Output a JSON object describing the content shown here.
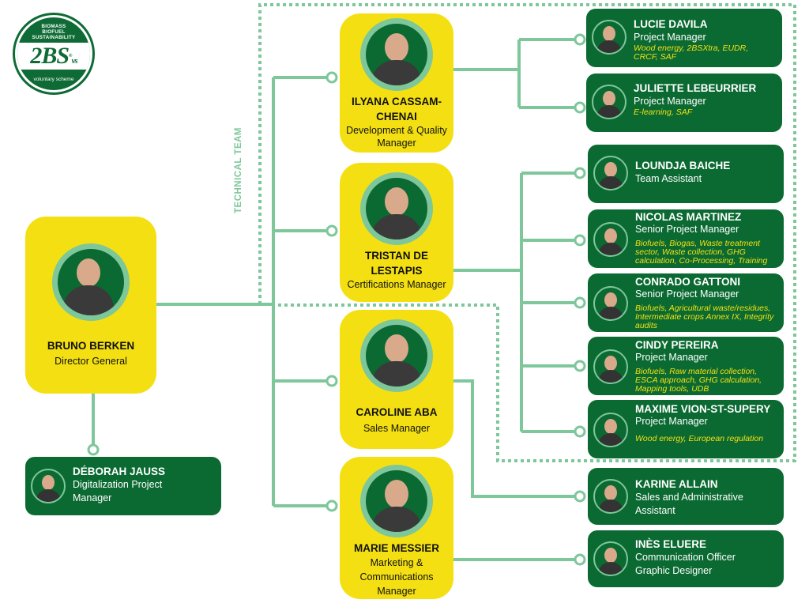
{
  "logo": {
    "top_lines": [
      "BIOMASS",
      "BIOFUEL",
      "SUSTAINABILITY"
    ],
    "mark": "2BS",
    "suffix": "vs",
    "registered": "®",
    "bottom": "voluntary scheme"
  },
  "colors": {
    "dark_green": "#0b6a32",
    "light_green": "#7ec79a",
    "yellow": "#f4e012"
  },
  "group_label": "TECHNICAL TEAM",
  "director": {
    "name": "BRUNO BERKEN",
    "role": "Director General"
  },
  "director_report": {
    "name": "DÉBORAH JAUSS",
    "role": "Digitalization Project Manager"
  },
  "managers": [
    {
      "name": "ILYANA CASSAM-CHENAI",
      "role": "Development & Quality Manager"
    },
    {
      "name": "TRISTAN DE LESTAPIS",
      "role": "Certifications Manager"
    },
    {
      "name": "CAROLINE ABA",
      "role": "Sales Manager"
    },
    {
      "name": "MARIE MESSIER",
      "role": "Marketing & Communications Manager"
    }
  ],
  "staff": [
    {
      "name": "LUCIE DAVILA",
      "role": "Project Manager",
      "specialties": "Wood energy, 2BSXtra,  EUDR, CRCF, SAF"
    },
    {
      "name": "JULIETTE LEBEURRIER",
      "role": "Project Manager",
      "specialties": "E-learning, SAF"
    },
    {
      "name": "LOUNDJA BAICHE",
      "role": "Team Assistant",
      "specialties": ""
    },
    {
      "name": "NICOLAS MARTINEZ",
      "role": "Senior Project Manager",
      "specialties": "Biofuels, Biogas, Waste treatment sector, Waste collection, GHG calculation, Co-Processing, Training"
    },
    {
      "name": "CONRADO GATTONI",
      "role": "Senior Project Manager",
      "specialties": "Biofuels, Agricultural waste/residues, Intermediate crops Annex IX, Integrity audits"
    },
    {
      "name": "CINDY PEREIRA",
      "role": "Project Manager",
      "specialties": "Biofuels, Raw material collection, ESCA approach, GHG calculation, Mapping tools, UDB"
    },
    {
      "name": "MAXIME VION-ST-SUPERY",
      "role": "Project Manager",
      "specialties": "Wood energy, European regulation"
    },
    {
      "name": "KARINE ALLAIN",
      "role": "Sales and Administrative Assistant",
      "specialties": ""
    },
    {
      "name": "INÈS ELUERE",
      "role": "Communication Officer Graphic Designer",
      "specialties": ""
    }
  ]
}
